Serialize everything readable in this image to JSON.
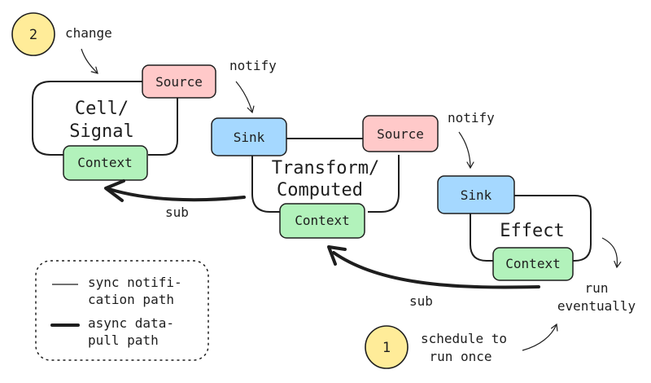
{
  "badges": {
    "change": {
      "number": "2",
      "text": "change"
    },
    "schedule": {
      "number": "1",
      "line1": "schedule to",
      "line2": "run once"
    }
  },
  "nodes": {
    "cell": {
      "title_line1": "Cell/",
      "title_line2": "Signal",
      "source": "Source",
      "context": "Context"
    },
    "transform": {
      "title_line1": "Transform/",
      "title_line2": "Computed",
      "sink": "Sink",
      "source": "Source",
      "context": "Context"
    },
    "effect": {
      "title": "Effect",
      "sink": "Sink",
      "context": "Context"
    }
  },
  "edges": {
    "notify_1": "notify",
    "notify_2": "notify",
    "sub_1": "sub",
    "sub_2": "sub",
    "run_line1": "run",
    "run_line2": "eventually"
  },
  "legend": {
    "sync_line1": "sync notifi-",
    "sync_line2": "cation path",
    "async_line1": "async data-",
    "async_line2": "pull path"
  },
  "colors": {
    "source": "#ffc9c9",
    "sink": "#a5d8ff",
    "context": "#b2f2bb",
    "badge": "#ffec99",
    "stroke": "#1e1e1e"
  }
}
